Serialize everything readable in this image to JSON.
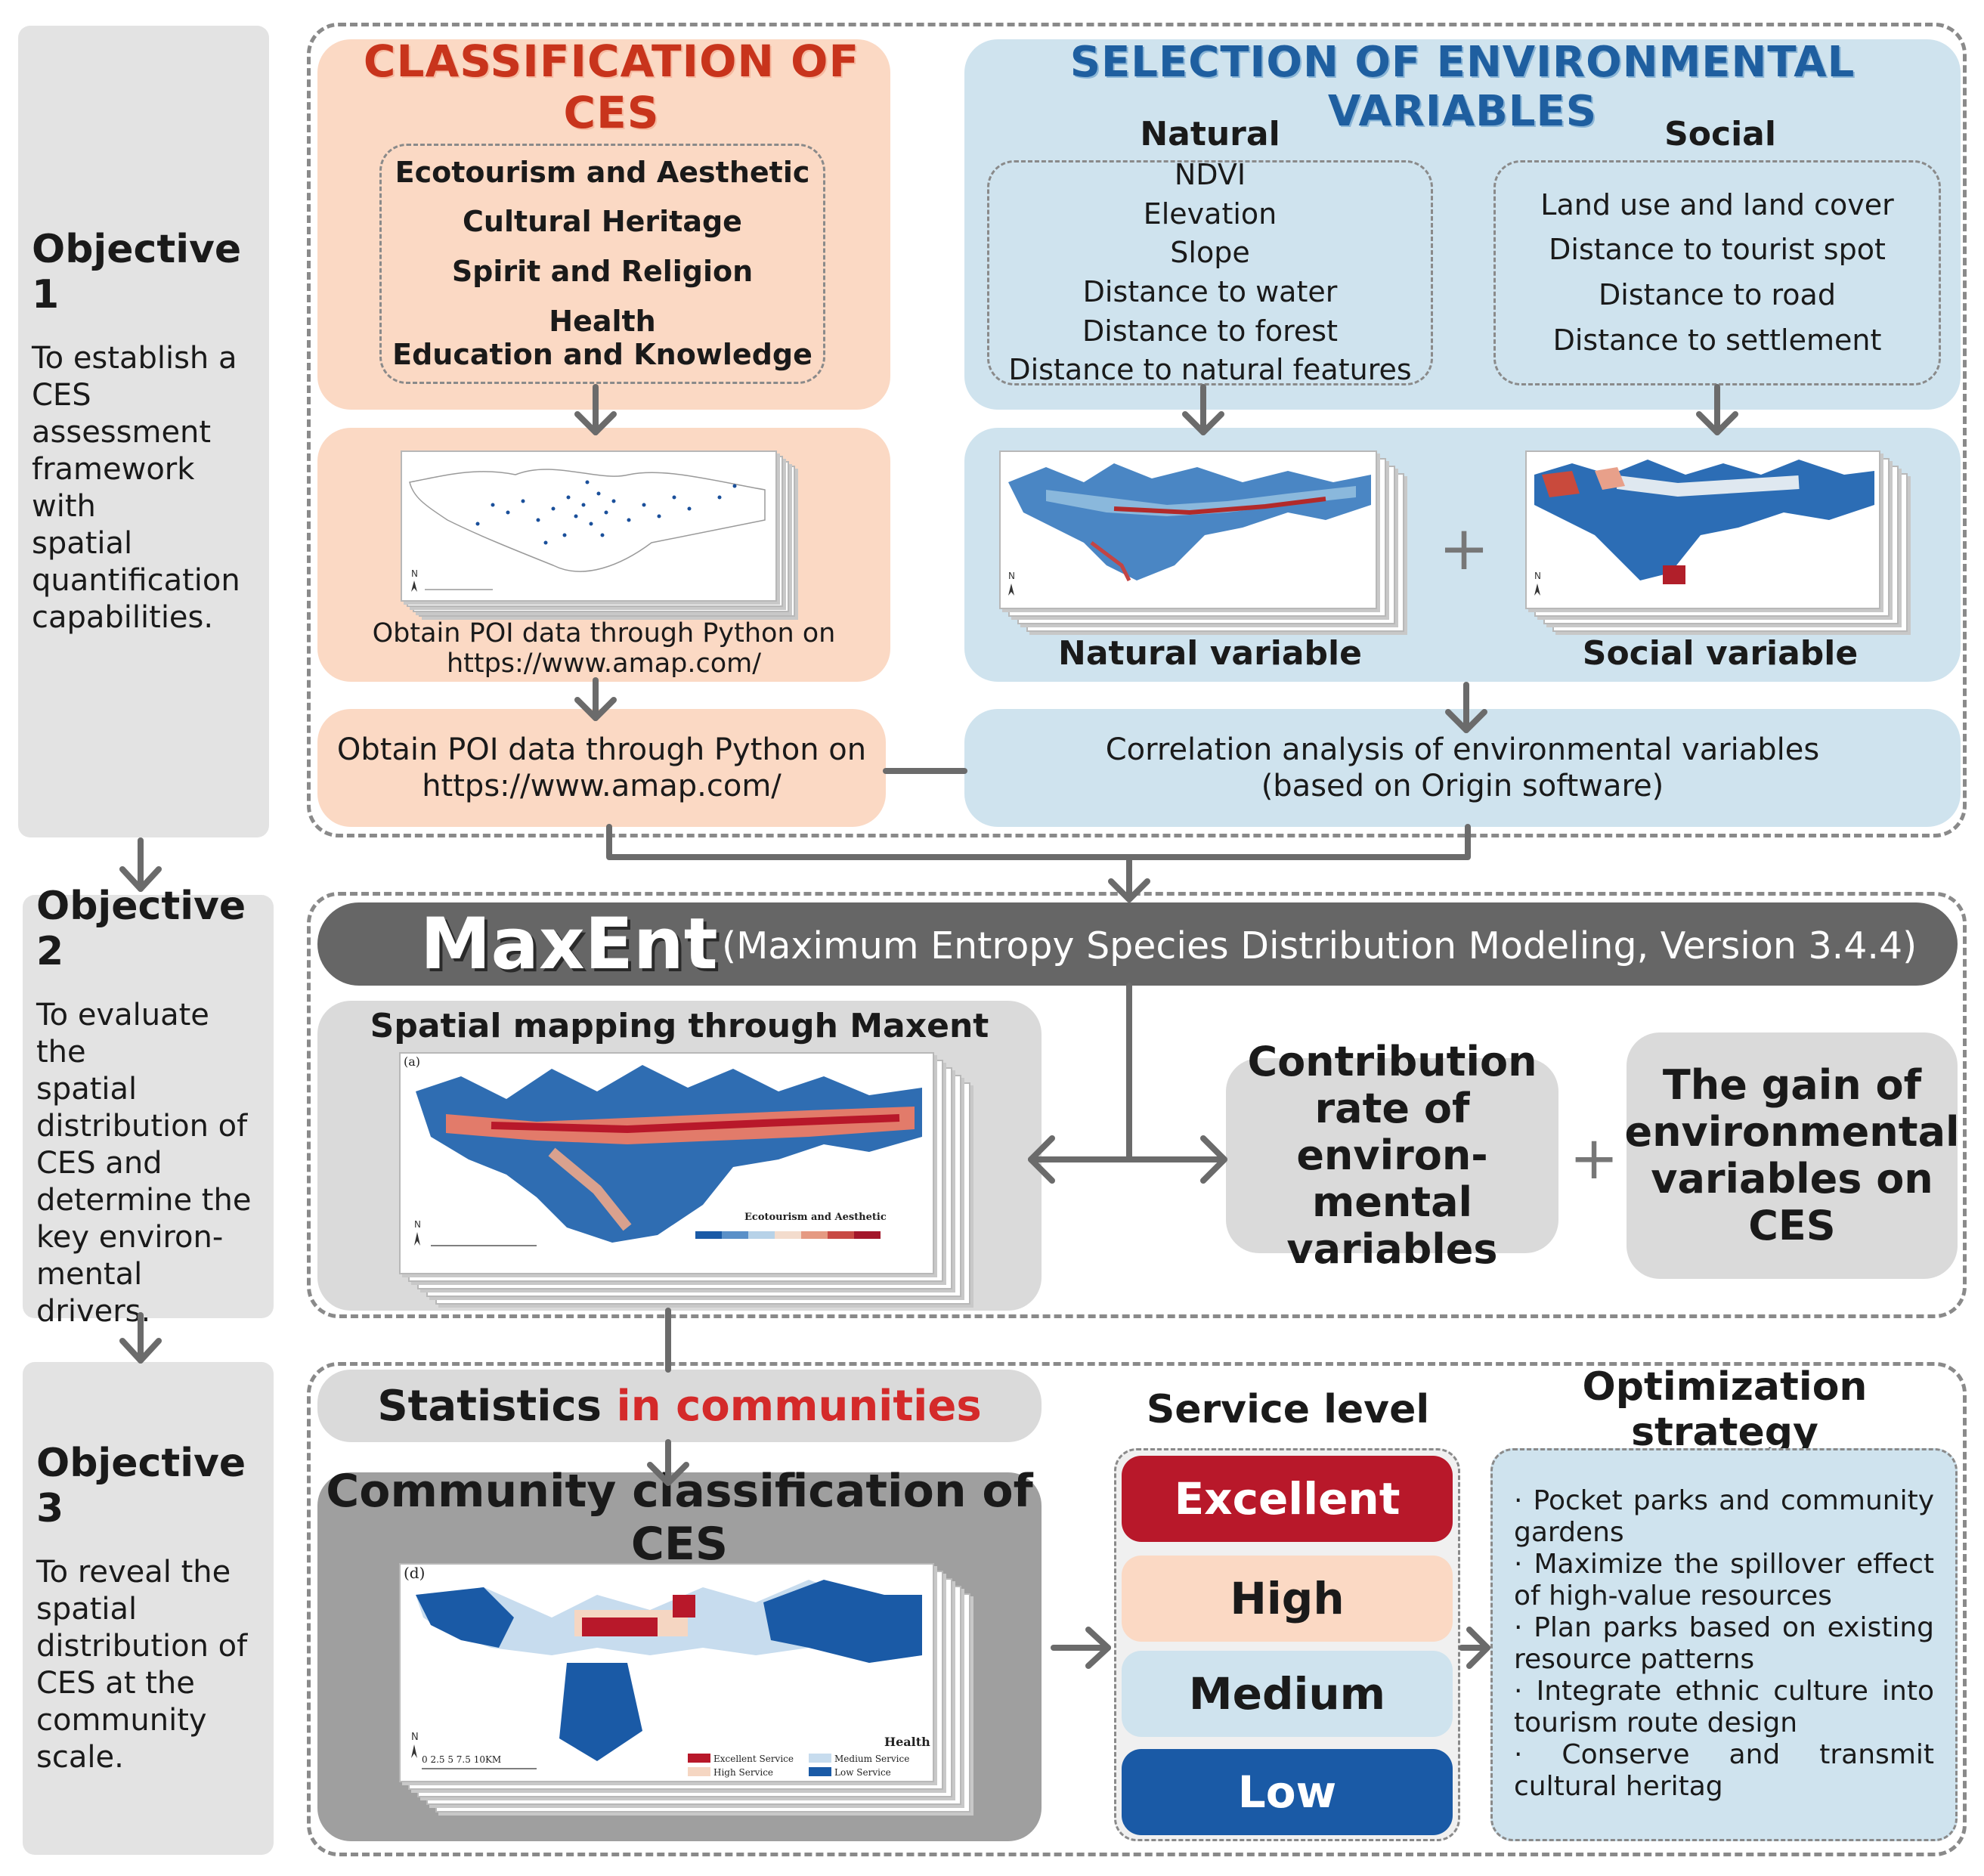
{
  "objectives": [
    {
      "title": "Objective 1",
      "text_lines": [
        "To establish a",
        "CES assessment",
        "framework with",
        "spatial",
        "quantification",
        "capabilities."
      ]
    },
    {
      "title": "Objective 2",
      "text_lines": [
        "To evaluate the",
        "spatial",
        "distribution of",
        "CES and",
        "determine the",
        "key environ-",
        "mental drivers."
      ]
    },
    {
      "title": "Objective 3",
      "text_lines": [
        "To reveal the",
        "spatial",
        "distribution of",
        "CES at the",
        "community",
        "scale."
      ]
    }
  ],
  "classification": {
    "title": "CLASSIFICATION OF CES",
    "items": [
      "Ecotourism and Aesthetic",
      "Cultural Heritage",
      "Spirit and Religion",
      "Health",
      "Education and Knowledge"
    ],
    "poi_caption": [
      "Obtain POI data through Python on",
      "https://www.amap.com/"
    ],
    "poi_box": [
      "Obtain POI data through Python on",
      "https://www.amap.com/"
    ]
  },
  "selection": {
    "title": "SELECTION OF ENVIRONMENTAL VARIABLES",
    "natural_header": "Natural",
    "social_header": "Social",
    "natural_items": [
      "NDVI",
      "Elevation",
      "Slope",
      "Distance to water",
      "Distance to forest",
      "Distance to natural features"
    ],
    "social_items": [
      "Land use and land cover",
      "Distance to tourist spot",
      "Distance to road",
      "Distance to settlement"
    ],
    "natural_caption": "Natural variable",
    "social_caption": "Social variable",
    "plus": "+",
    "correlation": [
      "Correlation analysis of environmental variables",
      "(based on Origin software)"
    ]
  },
  "maxent": {
    "title": "MaxEnt",
    "subtitle": "(Maximum Entropy Species Distribution Modeling, Version 3.4.4)",
    "mapping_title": "Spatial mapping through Maxent",
    "map_panel_label": "(a)",
    "map_legend_title": "Ecotourism and Aesthetic",
    "contribution": [
      "Contribution",
      "rate of environ-",
      "mental variables"
    ],
    "plus": "+",
    "gain": [
      "The gain of",
      "environmental",
      "variables on",
      "CES"
    ]
  },
  "community": {
    "statistics_prefix": "Statistics ",
    "statistics_highlight": "in communities",
    "classification_title": "Community classification of CES",
    "map_panel_label": "(d)",
    "map_legend_title": "Health",
    "map_legend": [
      "Excellent Service",
      "Medium Service",
      "High Service",
      "Low Service"
    ],
    "scale_label": "0  2.5  5  7.5 10KM",
    "service_level_header": "Service level",
    "levels": [
      "Excellent",
      "High",
      "Medium",
      "Low"
    ],
    "strategy_header": "Optimization strategy",
    "strategies": [
      "· Pocket parks and community gardens",
      "· Maximize the spillover effect of high-value resources",
      "· Plan parks based on existing resource patterns",
      "· Integrate ethnic culture into tourism route design",
      "· Conserve and transmit cultural heritag"
    ]
  },
  "colors": {
    "peach": "#fbd9c4",
    "light_blue": "#cfe3ee",
    "grey": "#dadada",
    "dark_grey": "#6b6b6b",
    "excellent": "#b8182a",
    "high": "#fbd9c4",
    "medium": "#cfe3ee",
    "low": "#1a5aa6",
    "highlight_red": "#d42a2a"
  }
}
